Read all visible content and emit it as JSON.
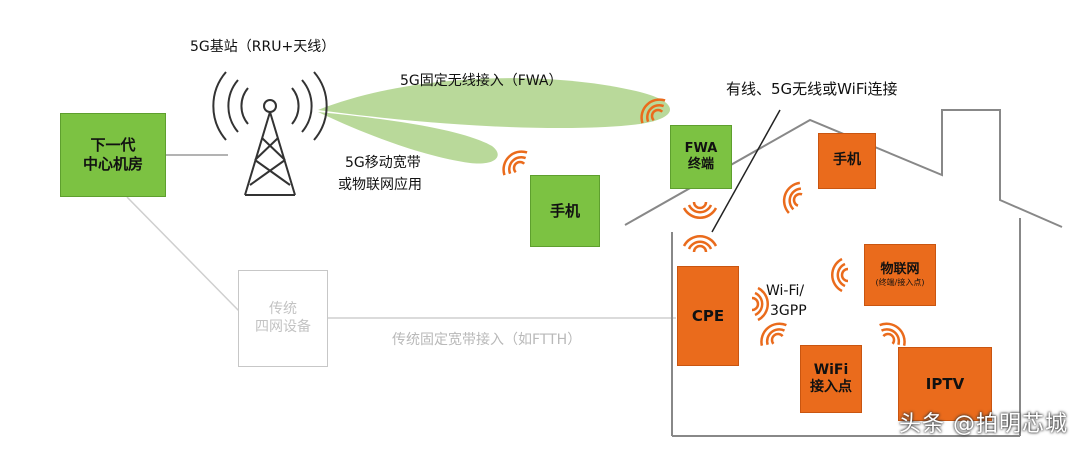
{
  "labels": {
    "base_station": "5G基站（RRU+天线）",
    "fwa_access": "5G固定无线接入（FWA）",
    "mobile_line1": "5G移动宽带",
    "mobile_line2": "或物联网应用",
    "home_link": "有线、5G无线或WiFi连接",
    "wifi_line1": "Wi-Fi/",
    "wifi_line2": "3GPP",
    "ftth": "传统固定宽带接入（如FTTH）"
  },
  "boxes": {
    "datacenter": [
      "下一代",
      "中心机房"
    ],
    "legacy": [
      "传统",
      "四网设备"
    ],
    "phone_outside": "手机",
    "fwa_terminal": [
      "FWA",
      "终端"
    ],
    "phone_home": "手机",
    "cpe": "CPE",
    "iot": [
      "物联网",
      "(终端/接入点)"
    ],
    "wifi_ap": [
      "WiFi",
      "接入点"
    ],
    "iptv": "IPTV"
  },
  "watermark": "头条 @拍明芯城",
  "colors": {
    "green": "#7cc242",
    "orange": "#ea6b1c",
    "beam": "#b9d99a",
    "signal": "#ea6b1c"
  }
}
